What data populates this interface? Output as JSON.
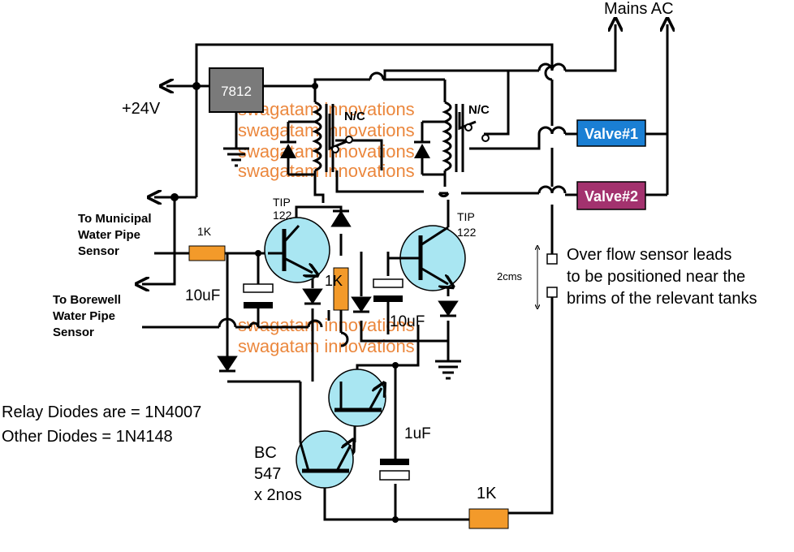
{
  "labels": {
    "mains_ac": "Mains AC",
    "regulator": "7812",
    "supply": "+24V",
    "relay1_contact": "N/C",
    "relay2_contact": "N/C",
    "valve1": "Valve#1",
    "valve2": "Valve#2",
    "municipal_line1": "To Municipal",
    "municipal_line2": "Water Pipe",
    "municipal_line3": "Sensor",
    "borewell_line1": "To Borewell",
    "borewell_line2": "Water Pipe",
    "borewell_line3": "Sensor",
    "r_input": "1K",
    "r_mid": "1K",
    "r_bottom": "1K",
    "tip_left_1": "TIP",
    "tip_left_2": "122",
    "tip_right_1": "TIP",
    "tip_right_2": "122",
    "cap_left": "10uF",
    "cap_right": "10uF",
    "cap_bottom": "1uF",
    "spacing": "2cms",
    "overflow_1": "Over flow sensor leads",
    "overflow_2": "to be positioned near the",
    "overflow_3": "brims of the relevant tanks",
    "note_relay": "Relay Diodes are = 1N4007",
    "note_other": "Other Diodes = 1N4148",
    "bc_1": "BC",
    "bc_2": "547",
    "bc_3": "x 2nos"
  },
  "watermark": "swagatam innovations",
  "colors": {
    "regulator": "#7a7a7a",
    "valve1": "#1a7fd4",
    "valve2": "#a3326e",
    "resistor": "#f39a2a",
    "transistor": "#a9e6f2",
    "watermark": "#e8731c"
  }
}
